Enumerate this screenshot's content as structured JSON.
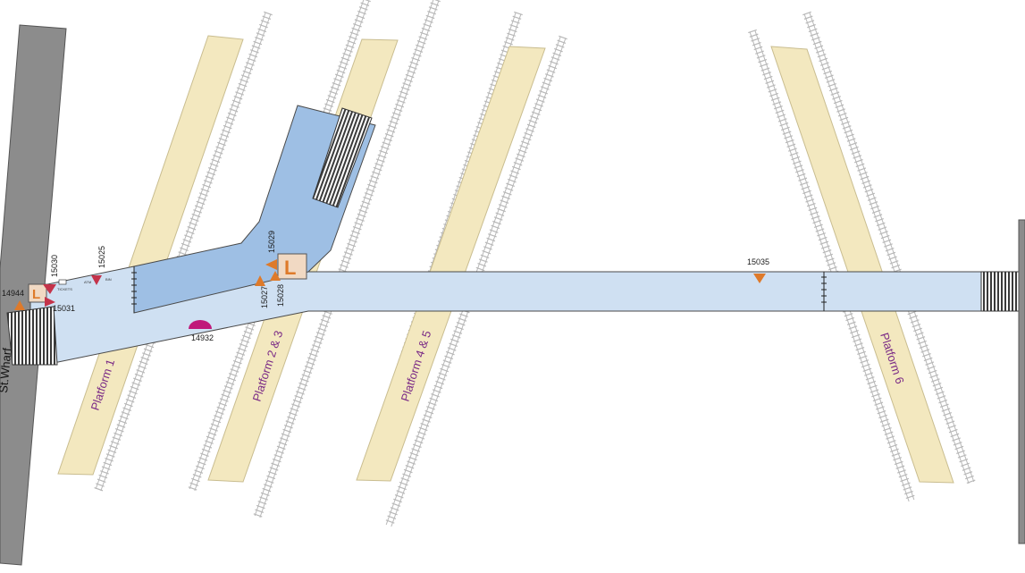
{
  "map": {
    "road_label": "St.Wharf",
    "platforms": [
      "Platform 1",
      "Platform 2 & 3",
      "Platform 4 & 5",
      "Platform 6"
    ],
    "markers": [
      "14944",
      "15030",
      "15025",
      "15031",
      "14932",
      "15029",
      "15027",
      "15028",
      "15035"
    ],
    "facilities": [
      "TICKETS",
      "ATM",
      "BIN"
    ],
    "lift_letter": "L",
    "colors": {
      "road": "#8c8c8c",
      "platform": "#f3e8bf",
      "concourse": "#cfe0f2",
      "bridge": "#9ebfe4",
      "marker": "#de7a2a",
      "marker_red": "#c4334a",
      "camera": "#c0197a",
      "track": "#b8b8b8",
      "platform_text": "#7a2a86"
    }
  }
}
